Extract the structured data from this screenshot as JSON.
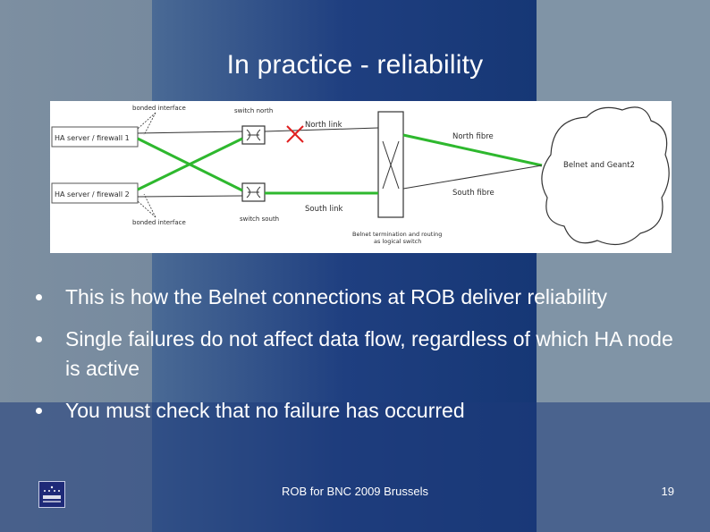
{
  "slide": {
    "title": "In practice - reliability",
    "bullets": [
      "This is how the Belnet connections at ROB deliver reliability",
      "Single failures do not affect data flow, regardless of which HA node is active",
      "You must check that no failure has occurred"
    ],
    "footer": "ROB for BNC 2009 Brussels",
    "page_number": "19"
  },
  "diagram": {
    "labels": {
      "bonded_top": "bonded interface",
      "bonded_bottom": "bonded interface",
      "server1": "HA server / firewall 1",
      "server2": "HA server / firewall 2",
      "switch_north": "switch north",
      "switch_south": "switch south",
      "north_link": "North link",
      "south_link": "South link",
      "north_fibre": "North fibre",
      "south_fibre": "South fibre",
      "cloud": "Belnet and Geant2",
      "termination_line1": "Belnet termination and routing",
      "termination_line2": "as logical switch"
    },
    "colors": {
      "active_link": "#2eb82e",
      "failure_mark": "#e02020",
      "line": "#333333"
    }
  },
  "theme": {
    "background": "#6f8297",
    "dark_band": "#1d3a7a"
  }
}
